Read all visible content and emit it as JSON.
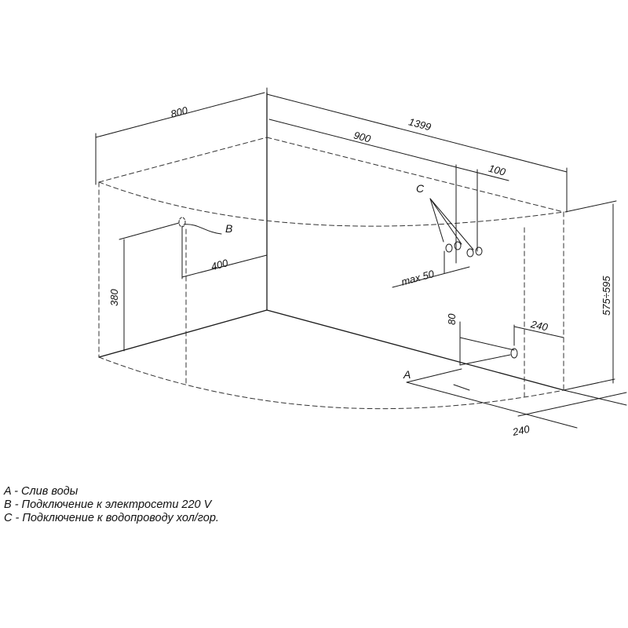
{
  "dimensions": {
    "width_800": "800",
    "length_1399": "1399",
    "d900": "900",
    "d100": "100",
    "max50": "max 50",
    "d400": "400",
    "d380": "380",
    "d80": "80",
    "d240_right": "240",
    "d240_bottom": "240",
    "height_range": "575÷595"
  },
  "point_labels": {
    "a": "A",
    "b": "B",
    "c": "C"
  },
  "legend": [
    "A - Слив воды",
    "B - Подключение к электросети 220 V",
    "C - Подключение к водопроводу хол/гор."
  ],
  "colors": {
    "line": "#1a1a1a"
  }
}
